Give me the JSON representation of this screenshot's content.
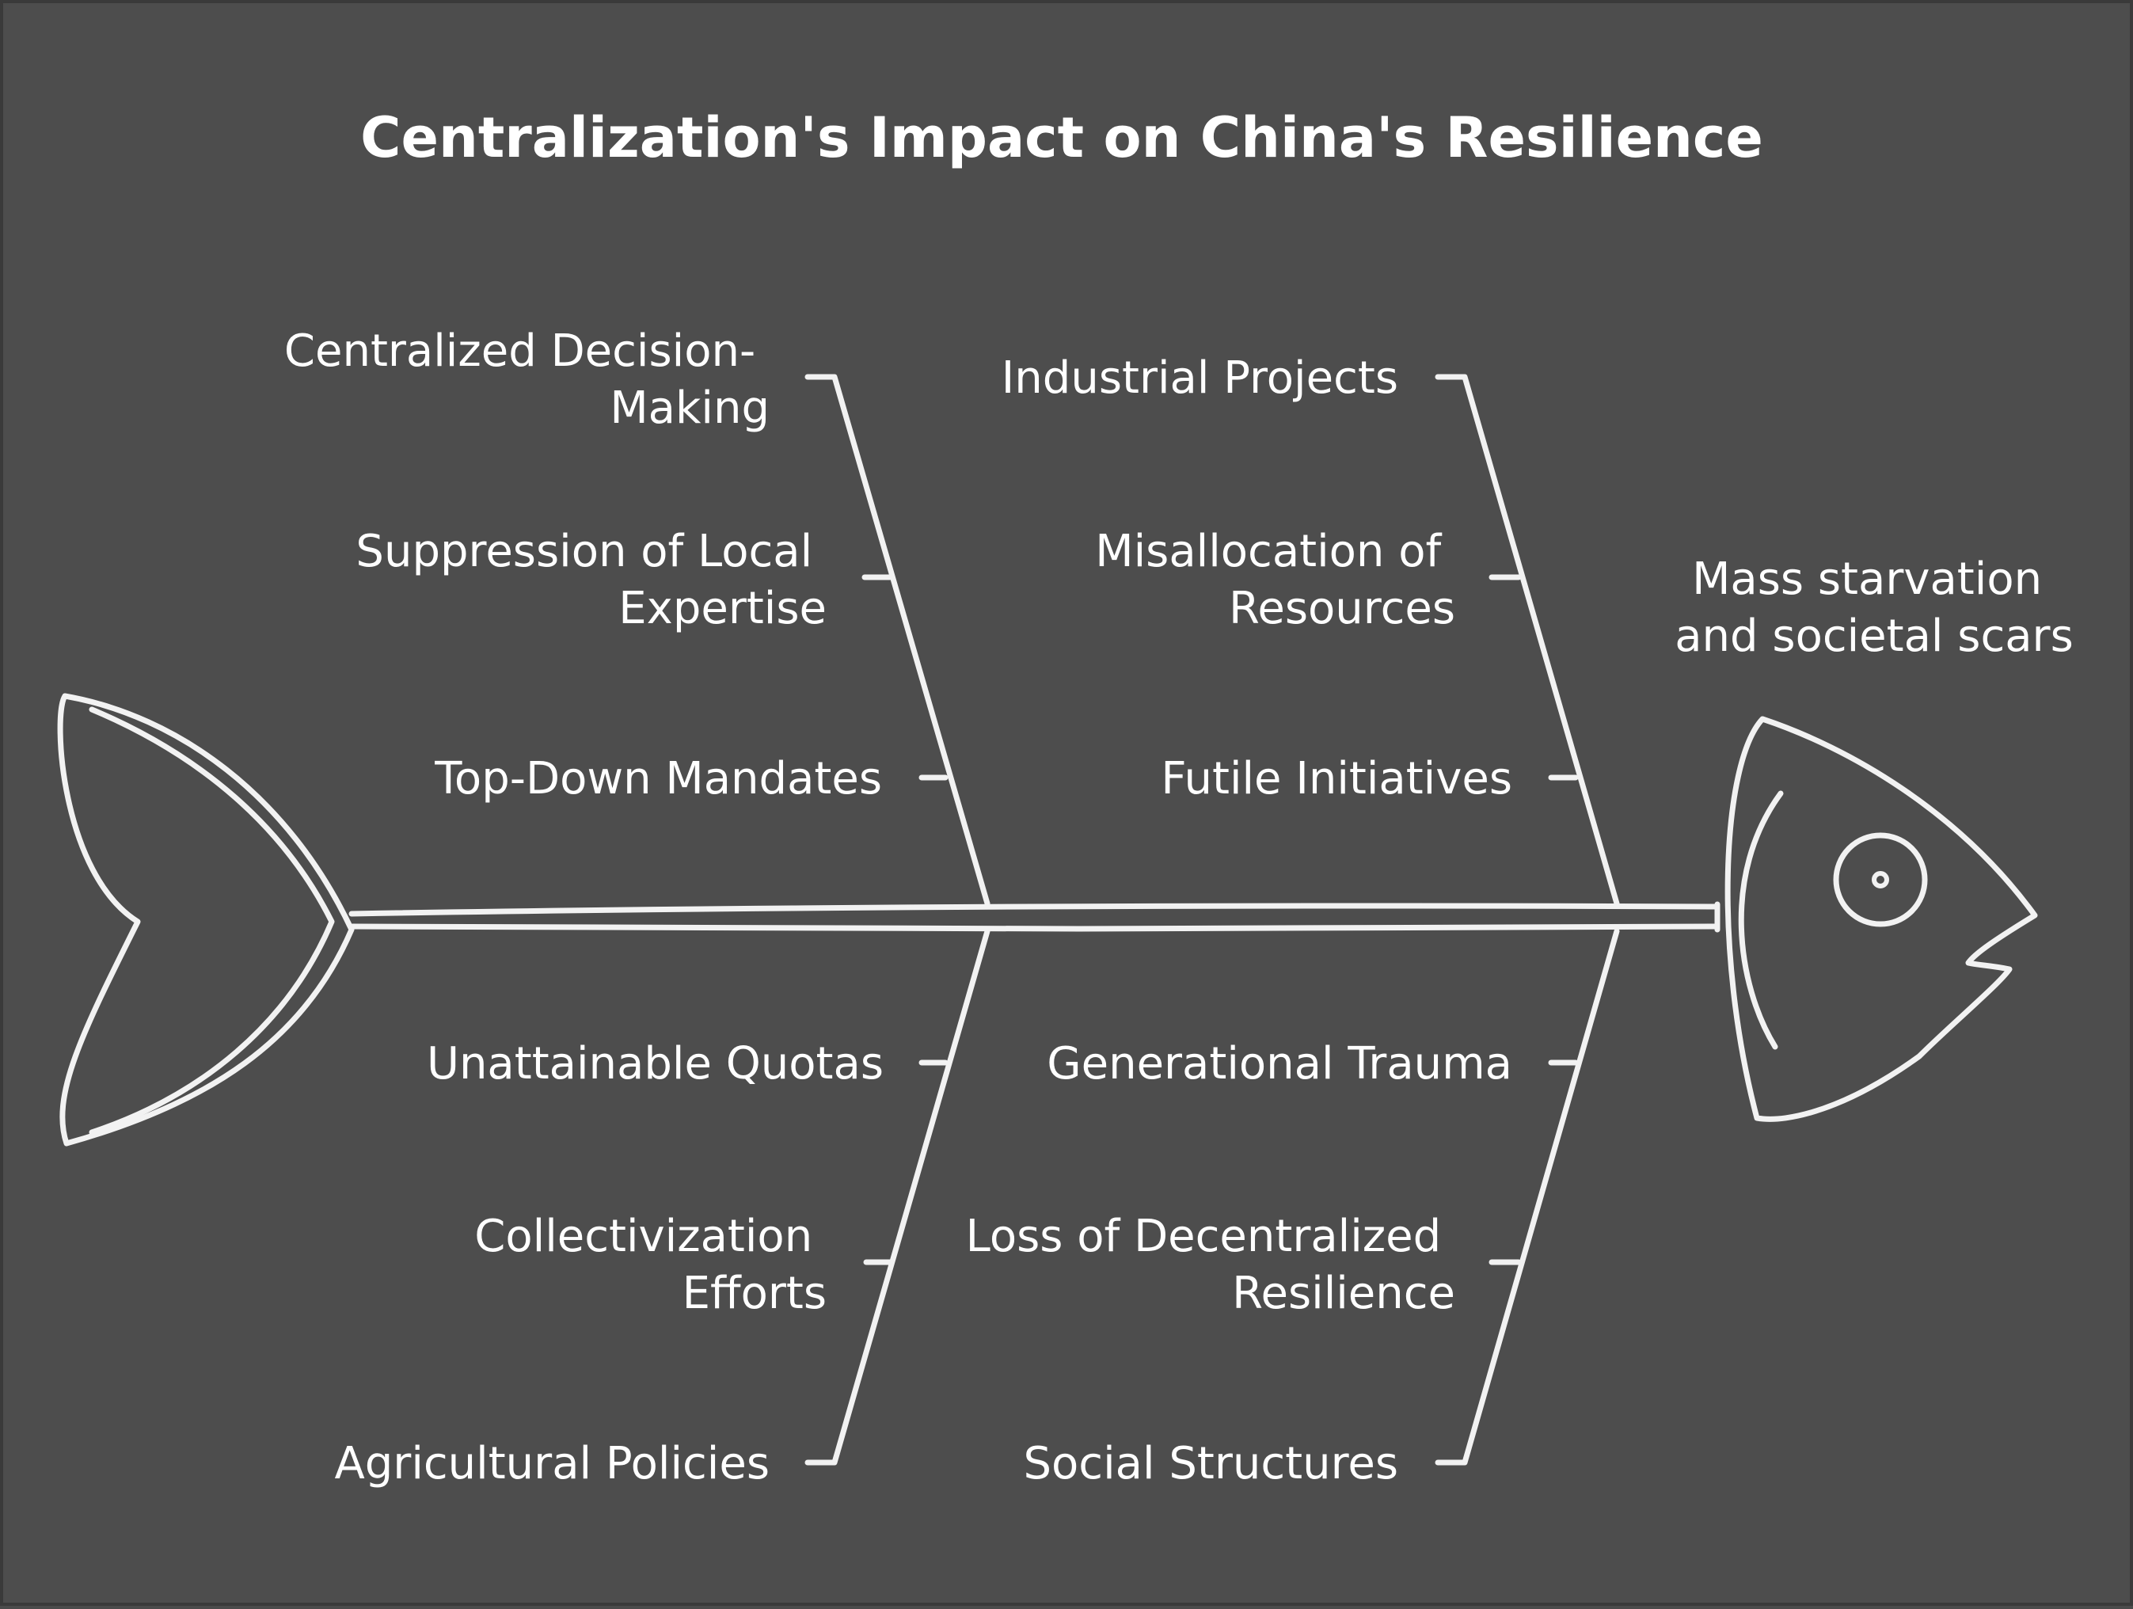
{
  "title": "Centralization's Impact on China's Resilience",
  "effect": [
    "Mass starvation",
    "and societal scars"
  ],
  "causes": {
    "upper_left": {
      "category": "Centralized Decision-Making",
      "category_lines": [
        "Centralized Decision-",
        "Making"
      ],
      "items": [
        [
          "Suppression of Local",
          "Expertise"
        ],
        [
          "Top-Down Mandates"
        ]
      ]
    },
    "upper_right": {
      "category": "Industrial Projects",
      "category_lines": [
        "Industrial Projects"
      ],
      "items": [
        [
          "Misallocation of",
          "Resources"
        ],
        [
          "Futile Initiatives"
        ]
      ]
    },
    "lower_left": {
      "category": "Agricultural Policies",
      "category_lines": [
        "Agricultural Policies"
      ],
      "items": [
        [
          "Unattainable Quotas"
        ],
        [
          "Collectivization",
          "Efforts"
        ]
      ]
    },
    "lower_right": {
      "category": "Social Structures",
      "category_lines": [
        "Social Structures"
      ],
      "items": [
        [
          "Generational Trauma"
        ],
        [
          "Loss of Decentralized",
          "Resilience"
        ]
      ]
    }
  },
  "colors": {
    "background": "#4d4d4d",
    "line": "#f2f2f2",
    "text": "#ffffff"
  },
  "icons": [
    "fish-head-icon",
    "fish-tail-icon",
    "fish-eye-icon"
  ]
}
